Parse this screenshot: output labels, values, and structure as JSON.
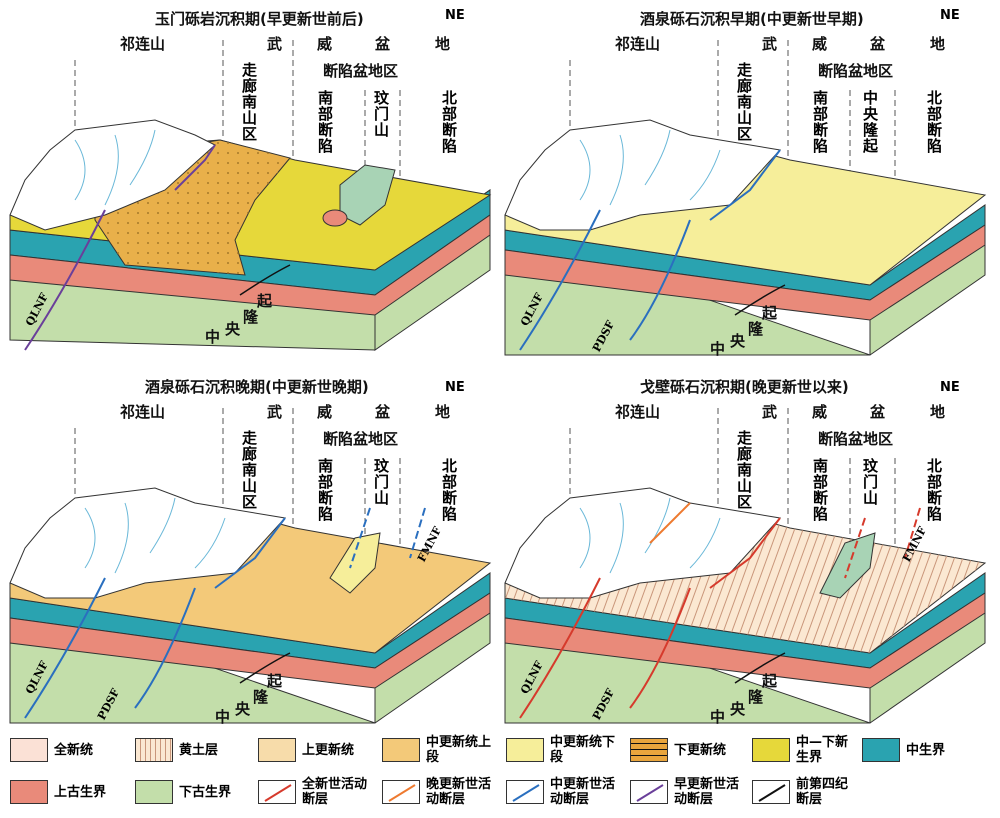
{
  "panels": [
    {
      "title": "玉门砾岩沉积期(早更新世前后)",
      "ne": "NE",
      "qilian": "祁连山",
      "basin": [
        "武",
        "威",
        "盆",
        "地"
      ],
      "zoulang": "走廊南山区",
      "duanxian": "断陷盆地区",
      "south": "南部断陷",
      "mid": "玟门山",
      "north": "北部断陷",
      "uplift": [
        "起",
        "隆",
        "央",
        "中"
      ],
      "faults": [
        "QLNF"
      ]
    },
    {
      "title": "酒泉砾石沉积早期(中更新世早期)",
      "ne": "NE",
      "qilian": "祁连山",
      "basin": [
        "武",
        "威",
        "盆",
        "地"
      ],
      "zoulang": "走廊南山区",
      "duanxian": "断陷盆地区",
      "south": "南部断陷",
      "mid": "中央隆起",
      "north": "北部断陷",
      "uplift": [
        "起",
        "隆",
        "央",
        "中"
      ],
      "faults": [
        "QLNF",
        "PDSF"
      ]
    },
    {
      "title": "酒泉砾石沉积晚期(中更新世晚期)",
      "ne": "NE",
      "qilian": "祁连山",
      "basin": [
        "武",
        "威",
        "盆",
        "地"
      ],
      "zoulang": "走廊南山区",
      "duanxian": "断陷盆地区",
      "south": "南部断陷",
      "mid": "玟门山",
      "north": "北部断陷",
      "uplift": [
        "起",
        "隆",
        "央",
        "中"
      ],
      "faults": [
        "QLNF",
        "PDSF",
        "FMNF"
      ]
    },
    {
      "title": "戈壁砾石沉积期(晚更新世以来)",
      "ne": "NE",
      "qilian": "祁连山",
      "basin": [
        "武",
        "威",
        "盆",
        "地"
      ],
      "zoulang": "走廊南山区",
      "duanxian": "断陷盆地区",
      "south": "南部断陷",
      "mid": "玟门山",
      "north": "北部断陷",
      "uplift": [
        "起",
        "隆",
        "央",
        "中"
      ],
      "faults": [
        "QLNF",
        "PDSF",
        "FMNF"
      ]
    }
  ],
  "legend": [
    {
      "label": "全新统",
      "color": "#fbe1d6",
      "pattern": "plain"
    },
    {
      "label": "黄土层",
      "color": "#fbe8d2",
      "pattern": "vlines"
    },
    {
      "label": "上更新统",
      "color": "#f7dcaa",
      "pattern": "ovals"
    },
    {
      "label": "中更新统上段",
      "color": "#f3c979",
      "pattern": "dots"
    },
    {
      "label": "中更新统下段",
      "color": "#f6ee9a",
      "pattern": "dots"
    },
    {
      "label": "下更新统",
      "color": "#e9a53d",
      "pattern": "bands"
    },
    {
      "label": "中—下新生界",
      "color": "#e6d83a",
      "pattern": "plain"
    },
    {
      "label": "中生界",
      "color": "#2aa3b0",
      "pattern": "plain"
    },
    {
      "label": "上古生界",
      "color": "#e98a7a",
      "pattern": "plain"
    },
    {
      "label": "下古生界",
      "color": "#c3deaa",
      "pattern": "plain"
    },
    {
      "label": "全新世活动断层",
      "color": "#d63a2c",
      "pattern": "line"
    },
    {
      "label": "晚更新世活动断层",
      "color": "#ee7a30",
      "pattern": "line"
    },
    {
      "label": "中更新世活动断层",
      "color": "#2a6fbf",
      "pattern": "line"
    },
    {
      "label": "早更新世活动断层",
      "color": "#6a3f9a",
      "pattern": "line"
    },
    {
      "label": "前第四纪断层",
      "color": "#111111",
      "pattern": "line"
    }
  ]
}
